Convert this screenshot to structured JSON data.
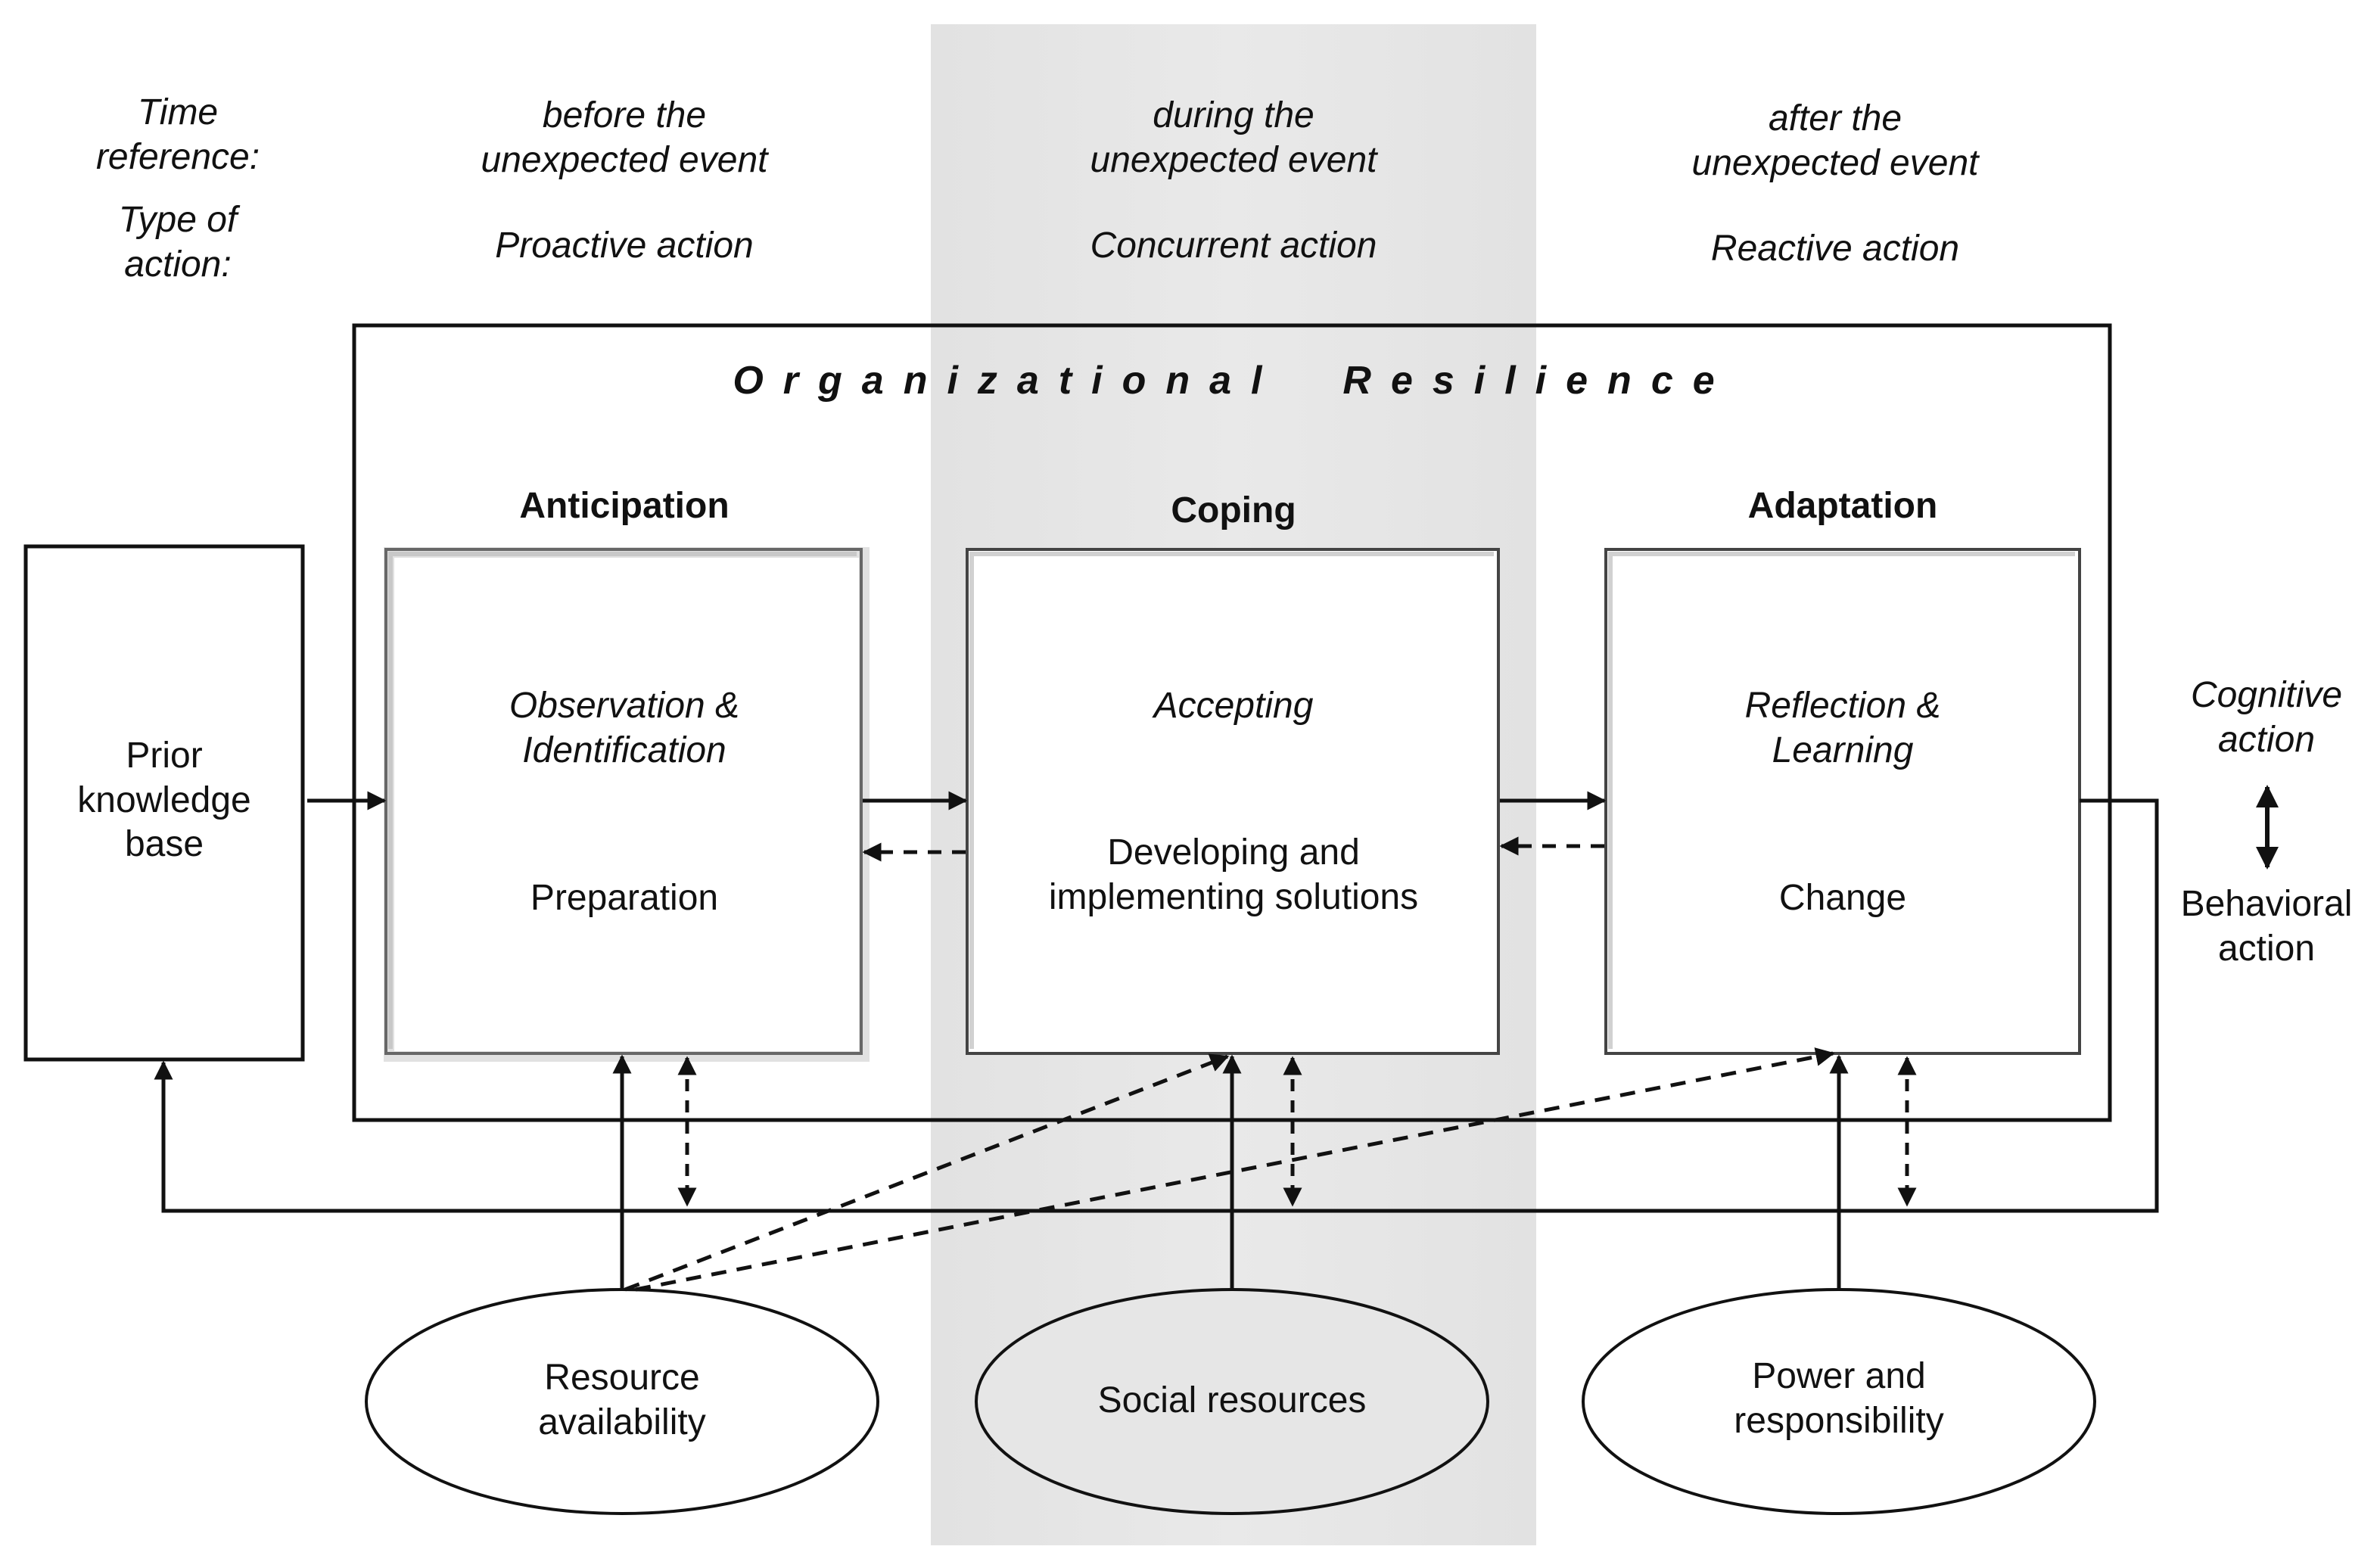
{
  "header": {
    "time_reference_label": "Time\nreference:",
    "type_of_action_label": "Type of\naction:",
    "before": "before the\nunexpected event",
    "during": "during the\nunexpected event",
    "after": "after the\nunexpected event",
    "proactive": "Proactive action",
    "concurrent": "Concurrent action",
    "reactive": "Reactive action"
  },
  "frame_title": "Organizational  Resilience",
  "stages": [
    {
      "title": "Anticipation",
      "cognitive": "Observation &\nIdentification",
      "behavioral": "Preparation"
    },
    {
      "title": "Coping",
      "cognitive": "Accepting",
      "behavioral": "Developing and\nimplementing solutions"
    },
    {
      "title": "Adaptation",
      "cognitive": "Reflection &\nLearning",
      "behavioral": "Change"
    }
  ],
  "prior_knowledge": "Prior\nknowledge\nbase",
  "legend": {
    "cognitive": "Cognitive\naction",
    "behavioral": "Behavioral\naction"
  },
  "resources": [
    {
      "label": "Resource\navailability",
      "fill": "#ffffff"
    },
    {
      "label": "Social resources",
      "fill": "#e6e6e6"
    },
    {
      "label": "Power and\nresponsibility",
      "fill": "#ffffff"
    }
  ],
  "colors": {
    "highlight_band": "#e6e6e6",
    "stroke": "#111111"
  }
}
